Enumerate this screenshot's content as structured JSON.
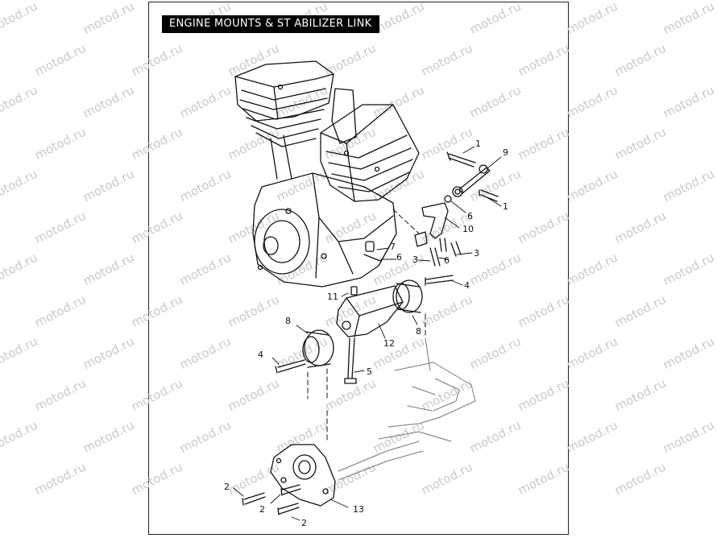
{
  "diagram": {
    "title": "ENGINE MOUNTS & ST ABILIZER LINK",
    "watermark": "motod.ru",
    "callouts": [
      "1",
      "9",
      "1",
      "6",
      "10",
      "7",
      "6",
      "3",
      "6",
      "3",
      "4",
      "11",
      "8",
      "8",
      "12",
      "4",
      "5",
      "2",
      "2",
      "2",
      "13"
    ]
  }
}
